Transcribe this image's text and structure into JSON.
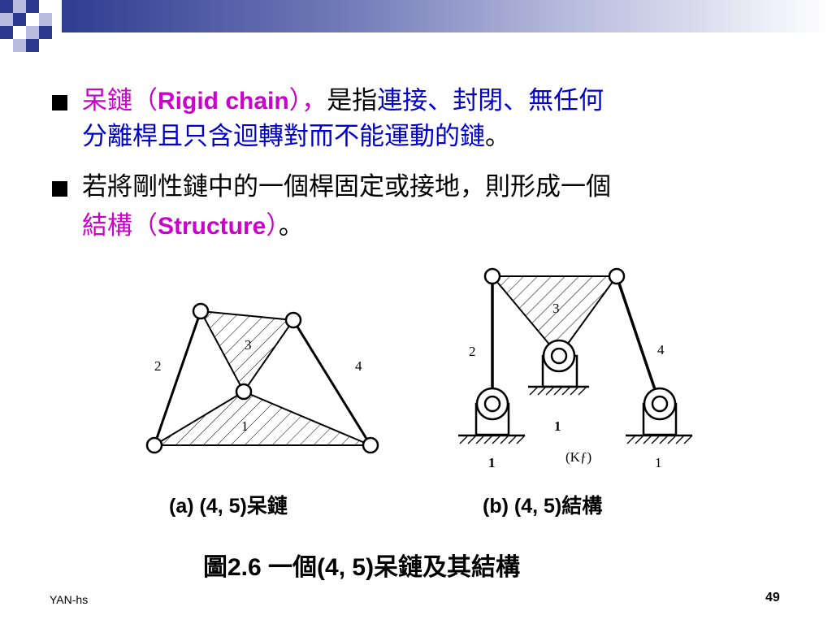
{
  "bullets": [
    {
      "segments": [
        {
          "text": "呆鏈（",
          "color": "pink"
        },
        {
          "text": "Rigid chain",
          "color": "pink",
          "latin": true
        },
        {
          "text": "），",
          "color": "pink"
        },
        {
          "text": "是指",
          "color": "black"
        },
        {
          "text": "連接、封閉、無任何",
          "color": "blue"
        }
      ],
      "continuation": [
        {
          "text": "分離桿且只含迴轉對而不能運動的鏈",
          "color": "blue"
        },
        {
          "text": "。",
          "color": "black"
        }
      ]
    },
    {
      "segments": [
        {
          "text": "若將剛性鏈中的一個桿固定或接地，則形成一個",
          "color": "black"
        }
      ],
      "continuation": [
        {
          "text": "結構（",
          "color": "pink"
        },
        {
          "text": "Structure",
          "color": "pink",
          "latin": true
        },
        {
          "text": "）",
          "color": "pink"
        },
        {
          "text": "。",
          "color": "black"
        }
      ]
    }
  ],
  "figure_a": {
    "labels": {
      "link1": "1",
      "link2": "2",
      "link3": "3",
      "link4": "4"
    },
    "caption": "(a)  (4, 5)呆鏈"
  },
  "figure_b": {
    "labels": {
      "link1_center": "1",
      "link1_left": "1",
      "link1_right": "1",
      "link2": "2",
      "link3": "3",
      "link4": "4",
      "kf": "(Kƒ)"
    },
    "caption": "(b)  (4, 5)結構"
  },
  "figure_title": "圖2.6  一個(4, 5)呆鏈及其結構",
  "footer": {
    "author": "YAN-hs",
    "page": "49"
  },
  "colors": {
    "pink": "#cc00cc",
    "blue": "#0000cc",
    "navy": "#2b3a8f",
    "lavender": "#b9bde0"
  }
}
